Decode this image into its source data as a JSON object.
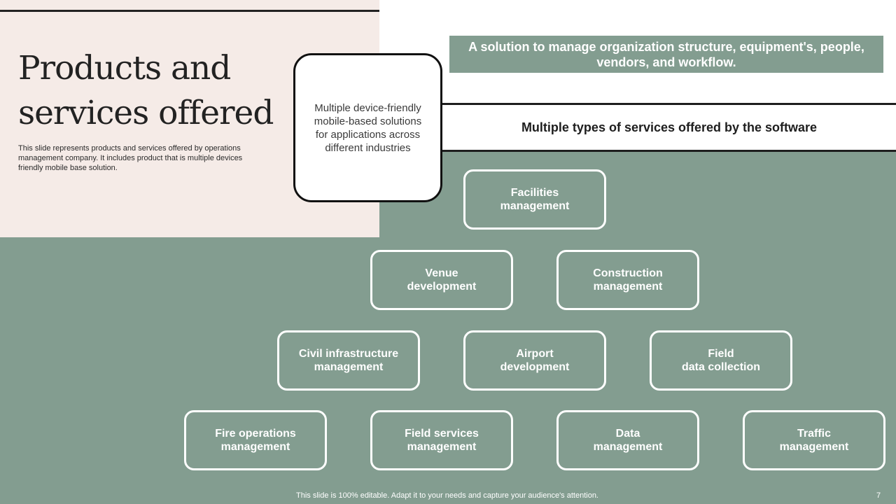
{
  "slide": {
    "title_line1": "Products and",
    "title_line2": "services offered",
    "description": "This slide represents products and services offered by operations management company. It includes product that is multiple devices friendly mobile base solution.",
    "product": "Multiple device-friendly mobile-based solutions for applications across different industries",
    "solution": "A solution to manage organization structure, equipment's, people, vendors, and workflow.",
    "services_heading": "Multiple types of services offered by the software",
    "footer": "This slide is 100% editable. Adapt it to your needs and capture your audience's attention.",
    "page_number": "7"
  },
  "services": [
    {
      "line1": "Facilities",
      "line2": "management"
    },
    {
      "line1": "Venue",
      "line2": "development"
    },
    {
      "line1": "Construction",
      "line2": "management"
    },
    {
      "line1": "Civil infrastructure",
      "line2": "management"
    },
    {
      "line1": "Airport",
      "line2": "development"
    },
    {
      "line1": "Field",
      "line2": "data collection"
    },
    {
      "line1": "Fire operations",
      "line2": "management"
    },
    {
      "line1": "Field services",
      "line2": "management"
    },
    {
      "line1": "Data",
      "line2": "management"
    },
    {
      "line1": "Traffic",
      "line2": "management"
    }
  ],
  "colors": {
    "accent": "#839d90",
    "panel": "#f5ebe7",
    "text_dark": "#222222"
  }
}
